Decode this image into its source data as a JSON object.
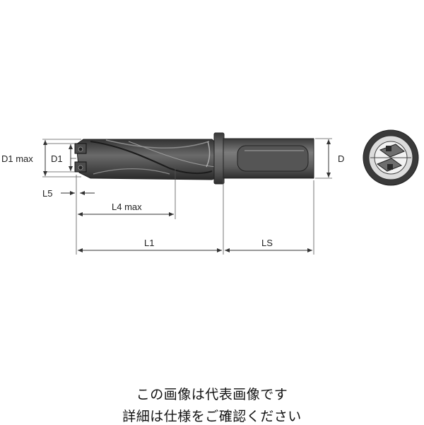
{
  "dimensions": {
    "d1_max": "D1 max",
    "d1": "D1",
    "d": "D",
    "l5": "L5",
    "l4_max": "L4 max",
    "l1": "L1",
    "ls": "LS"
  },
  "caption": {
    "line1": "この画像は代表画像です",
    "line2": "詳細は仕様をご確認ください"
  },
  "colors": {
    "body": "#5a5a5a",
    "body_dark": "#2e2e2e",
    "shank": "#6a6a6a",
    "line": "#333333"
  }
}
